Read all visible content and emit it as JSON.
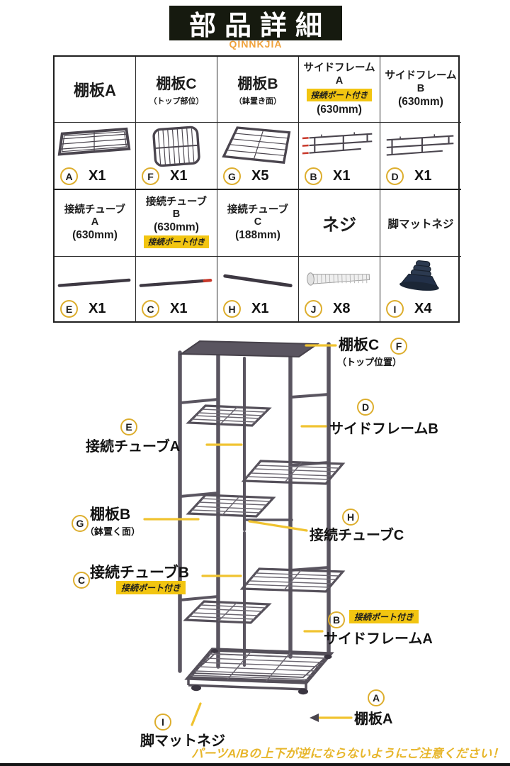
{
  "title": {
    "text": "部品詳細",
    "brand": "QINNKJIA"
  },
  "colors": {
    "banner_bg": "#161a0f",
    "highlight_badge": "#F2C511",
    "callout_line": "#F0C330",
    "brand_text": "#F0A23C",
    "frame_gray": "#5a5560",
    "warning_text": "#E7B62B",
    "red_mark": "#C8382A"
  },
  "parts_table": {
    "row1": [
      {
        "letter": "A",
        "title": "棚板A",
        "qty": "X1"
      },
      {
        "letter": "F",
        "title": "棚板C",
        "note": "（トップ部位）",
        "qty": "X1"
      },
      {
        "letter": "G",
        "title": "棚板B",
        "note": "（鉢置き面）",
        "qty": "X5"
      },
      {
        "letter": "B",
        "title": "サイドフレーム",
        "line2": "A",
        "badge": "接続ポート付き",
        "size": "(630mm)",
        "qty": "X1"
      },
      {
        "letter": "D",
        "title": "サイドフレーム",
        "line2": "B",
        "size": "(630mm)",
        "qty": "X1"
      }
    ],
    "row2": [
      {
        "letter": "E",
        "title": "接続チューブ",
        "line2": "A",
        "size": "(630mm)",
        "qty": "X1"
      },
      {
        "letter": "C",
        "title": "接続チューブ",
        "line2": "B",
        "size": "(630mm)",
        "badge": "接続ポート付き",
        "qty": "X1"
      },
      {
        "letter": "H",
        "title": "接続チューブ",
        "line2": "C",
        "size": "(188mm)",
        "qty": "X1"
      },
      {
        "letter": "J",
        "title": "ネジ",
        "qty": "X8"
      },
      {
        "letter": "I",
        "title": "脚マットネジ",
        "qty": "X4"
      }
    ]
  },
  "diagram": {
    "callouts": {
      "f": {
        "letter": "F",
        "label": "棚板C",
        "note": "（トップ位置）"
      },
      "d": {
        "letter": "D",
        "label": "サイドフレームB"
      },
      "e": {
        "letter": "E",
        "label": "接続チューブA"
      },
      "g": {
        "letter": "G",
        "label": "棚板B",
        "note": "（鉢置く面）"
      },
      "h": {
        "letter": "H",
        "label": "接続チューブC"
      },
      "c": {
        "letter": "C",
        "label": "接続チューブB",
        "badge": "接続ポート付き"
      },
      "b": {
        "letter": "B",
        "label": "サイドフレームA",
        "badge": "接続ポート付き"
      },
      "a": {
        "letter": "A",
        "label": "棚板A"
      },
      "i": {
        "letter": "I",
        "label": "脚マットネジ"
      }
    },
    "warning": "パーツA/Bの上下が逆にならないようにご注意ください！"
  }
}
